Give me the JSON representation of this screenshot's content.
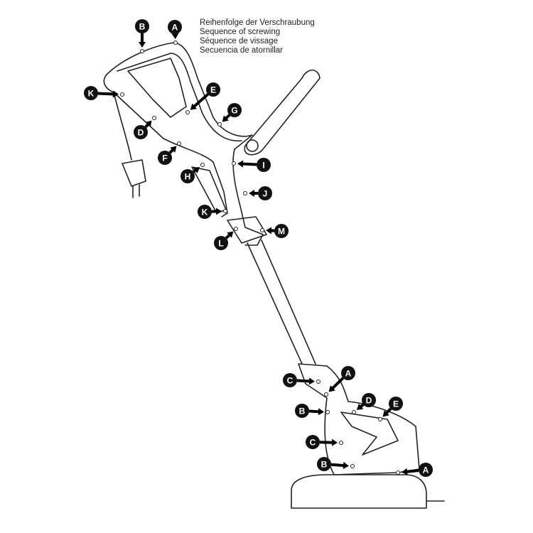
{
  "legend": [
    "Reihenfolge der Verschraubung",
    "Sequence of screwing",
    "Séquence de vissage",
    "Secuencia de atornillar"
  ],
  "callouts_upper": [
    "B",
    "A",
    "K",
    "E",
    "G",
    "D",
    "F",
    "H",
    "I",
    "J",
    "K",
    "M",
    "L"
  ],
  "callouts_lower": [
    "C",
    "A",
    "B",
    "D",
    "E",
    "C",
    "B",
    "A"
  ]
}
